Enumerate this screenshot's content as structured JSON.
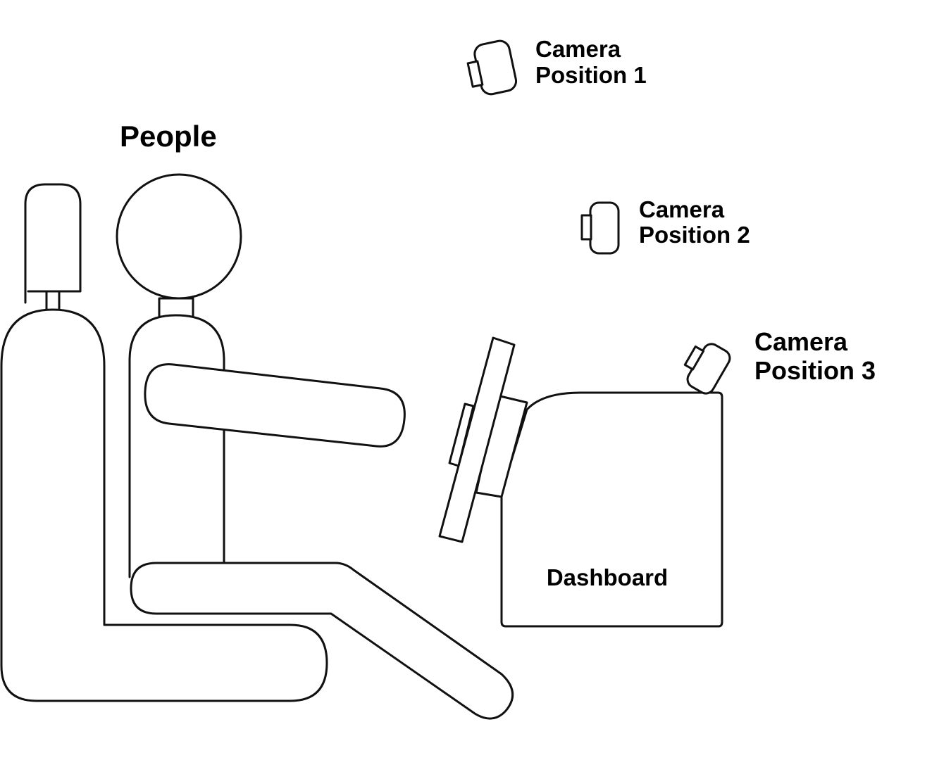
{
  "diagram": {
    "labels": {
      "people": "People",
      "camera_1": {
        "line1": "Camera",
        "line2": "Position 1"
      },
      "camera_2": {
        "line1": "Camera",
        "line2": "Position 2"
      },
      "camera_3": {
        "line1": "Camera",
        "line2": "Position 3"
      },
      "dashboard": "Dashboard"
    },
    "colors": {
      "stroke": "#111111",
      "fill": "#ffffff",
      "text": "#000000"
    },
    "icons": [
      "camera-icon",
      "steering-wheel-icon",
      "seat-icon",
      "person-icon"
    ]
  }
}
